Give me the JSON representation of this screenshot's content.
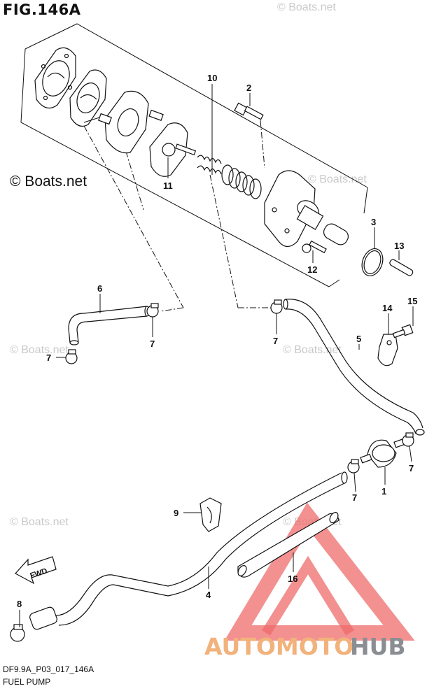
{
  "figure": {
    "title": "FIG.146A",
    "code": "DF9.9A_P03_017_146A",
    "caption": "FUEL PUMP"
  },
  "watermarks": {
    "dark": "© Boats.net",
    "light": "© Boats.net"
  },
  "brand": {
    "part1": "AUTOMOTO",
    "part2": "HUB",
    "accent_color": "#f2b27c",
    "secondary_color": "#8a8e93"
  },
  "fwd_label": "FWD",
  "callouts": {
    "c1": "1",
    "c2": "2",
    "c3": "3",
    "c4": "4",
    "c5": "5",
    "c6": "6",
    "c7a": "7",
    "c7b": "7",
    "c7c": "7",
    "c7d": "7",
    "c7e": "7",
    "c8": "8",
    "c9": "9",
    "c10": "10",
    "c11": "11",
    "c12": "12",
    "c13": "13",
    "c14": "14",
    "c15": "15",
    "c16": "16"
  }
}
